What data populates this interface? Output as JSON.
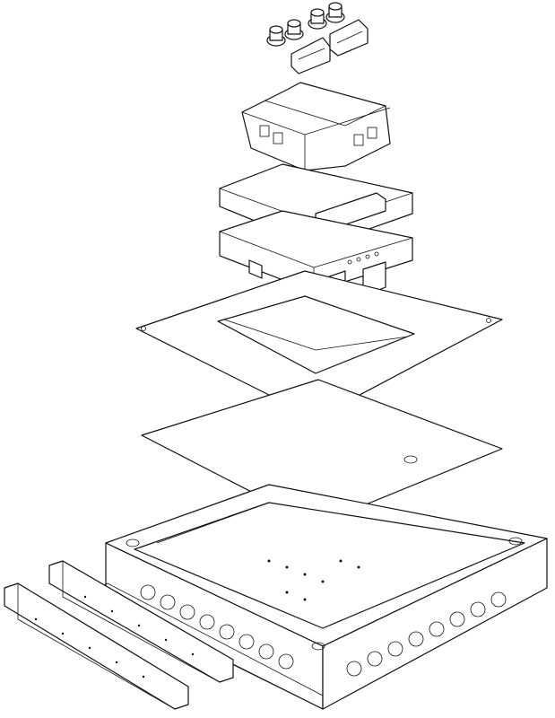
{
  "drawing": {
    "line_color": "#111111",
    "background": "#ffffff",
    "parts": [
      "socket-plugs",
      "cable-covers",
      "socket-module",
      "upper-frame",
      "lower-frame",
      "mounting-brackets",
      "cover-plate-with-opening",
      "blank-plate",
      "floor-box",
      "divider-rails"
    ]
  }
}
